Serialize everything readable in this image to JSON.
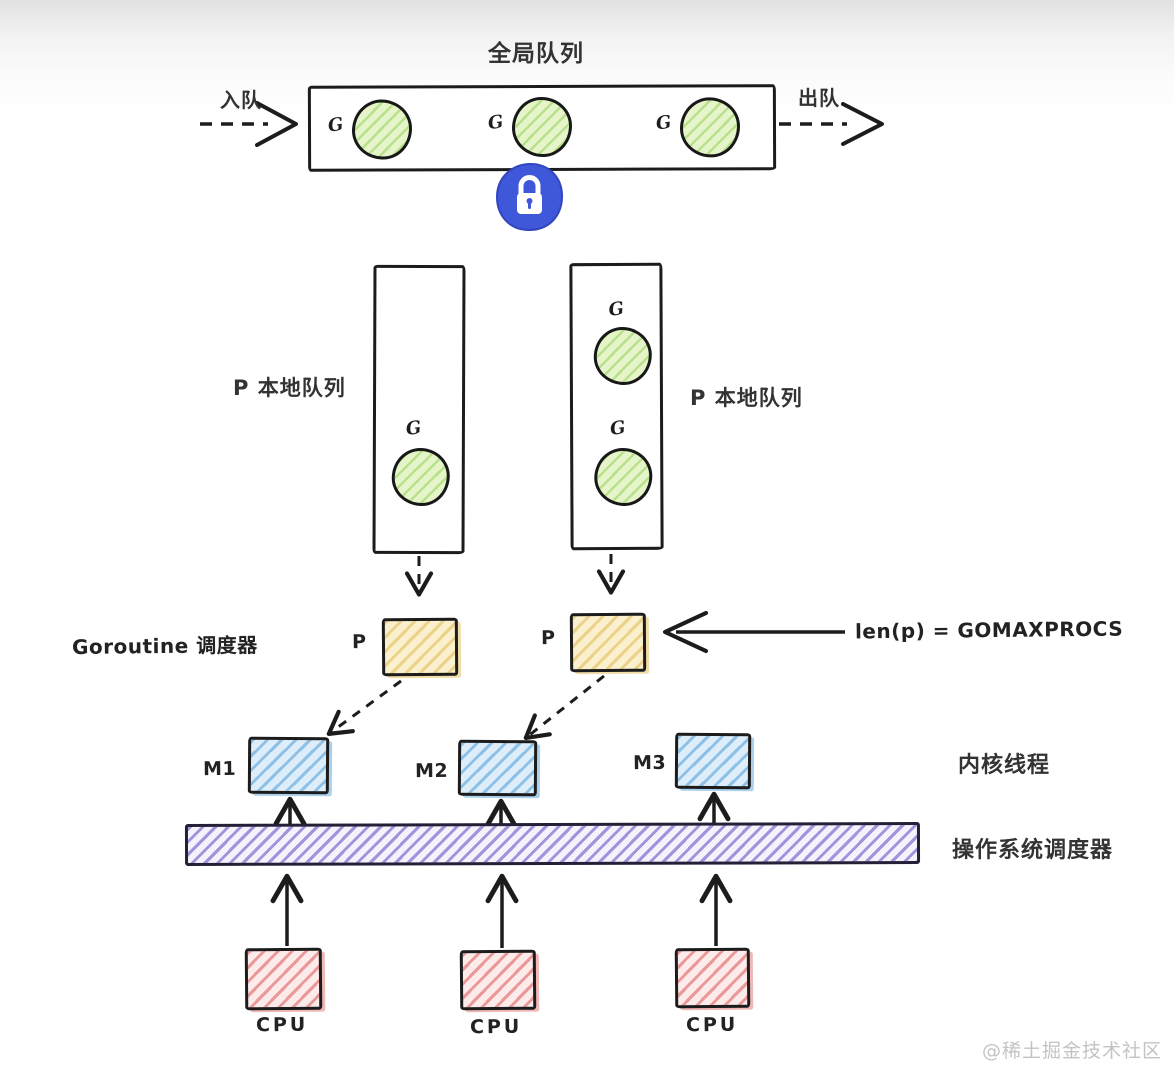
{
  "colors": {
    "ink": "#1c1c1c",
    "goroutine_green": "#e6f5c9",
    "goroutine_hatch": "#b9e18d",
    "p_yellow": "#faf0cd",
    "m_blue": "#ddeefa",
    "cpu_red": "#fdeaea",
    "os_purple": "#a393dd",
    "lock_blue": "#3f57d9"
  },
  "global_queue": {
    "title": "全局队列",
    "enqueue_label": "入队",
    "dequeue_label": "出队",
    "items": [
      {
        "label": "G"
      },
      {
        "label": "G"
      },
      {
        "label": "G"
      }
    ],
    "lock_icon": "lock"
  },
  "local_queues": {
    "left": {
      "label": "P  本地队列",
      "items": [
        {
          "label": "G"
        }
      ]
    },
    "right": {
      "label": "P  本地队列",
      "items": [
        {
          "label": "G"
        },
        {
          "label": "G"
        }
      ]
    }
  },
  "scheduler": {
    "label": "Goroutine 调度器",
    "p_boxes": [
      {
        "label": "P"
      },
      {
        "label": "P"
      }
    ],
    "annotation": "len(p) = GOMAXPROCS"
  },
  "kernel_threads": {
    "label": "内核线程",
    "machines": [
      {
        "label": "M1"
      },
      {
        "label": "M2"
      },
      {
        "label": "M3"
      }
    ]
  },
  "os_scheduler": {
    "label": "操作系统调度器"
  },
  "cpus": [
    {
      "label": "CPU"
    },
    {
      "label": "CPU"
    },
    {
      "label": "CPU"
    }
  ],
  "watermark": "@稀土掘金技术社区"
}
